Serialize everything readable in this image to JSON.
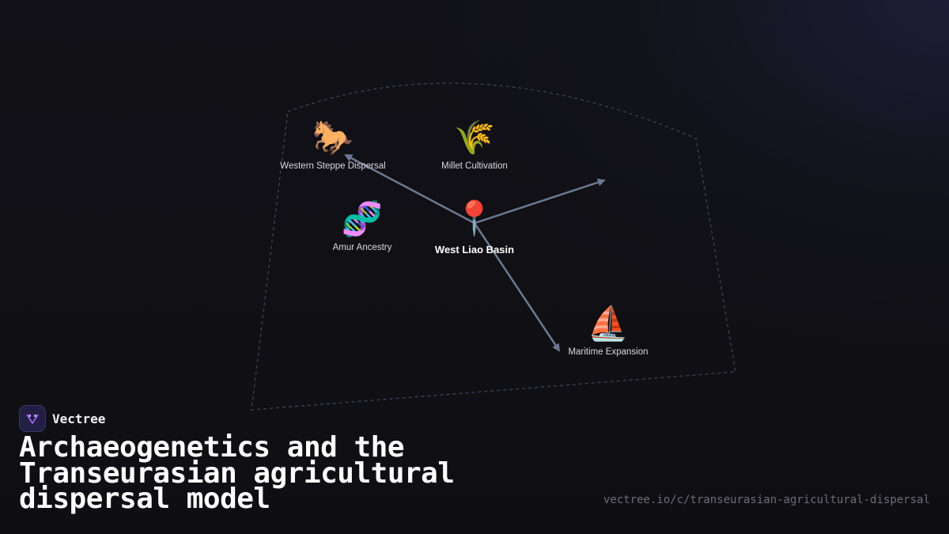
{
  "diagram": {
    "center_label": "West Liao Basin",
    "center_icon": "round-pushpin-icon",
    "nodes": [
      {
        "id": "steppe",
        "label": "Western Steppe Dispersal",
        "icon": "horse-icon",
        "glyph": "🐎"
      },
      {
        "id": "millet",
        "label": "Millet Cultivation",
        "icon": "sheaf-of-rice-icon",
        "glyph": "🌾"
      },
      {
        "id": "amur",
        "label": "Amur Ancestry",
        "icon": "dna-icon",
        "glyph": "🧬"
      },
      {
        "id": "maritime",
        "label": "Maritime Expansion",
        "icon": "sailboat-icon",
        "glyph": "⛵"
      }
    ],
    "center_glyph": "📍",
    "colors": {
      "arrow": "#6b7a90",
      "region_outline": "#3c4456",
      "background": "#0f0f14"
    }
  },
  "brand": {
    "name": "Vectree",
    "logo_icon": "vectree-logo-icon",
    "logo_color": "#a86bff"
  },
  "title": "Archaeogenetics and the Transeurasian agricultural dispersal model",
  "url": "vectree.io/c/transeurasian-agricultural-dispersal"
}
